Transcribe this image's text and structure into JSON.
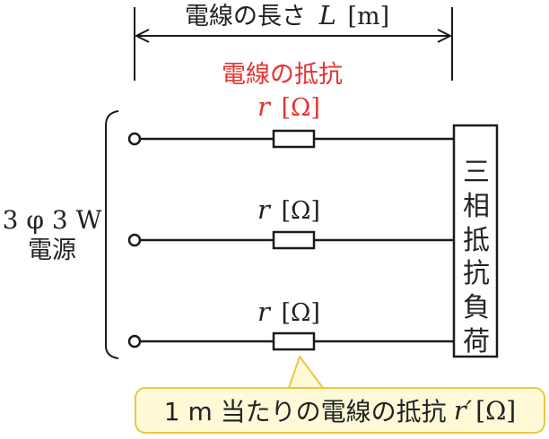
{
  "length_label": {
    "prefix": "電線の長さ",
    "symbol": "L",
    "unit": "[m]"
  },
  "resistance_heading": "電線の抵抗",
  "lines": [
    {
      "symbol": "r",
      "unit": "[Ω]"
    },
    {
      "symbol": "r",
      "unit": "[Ω]"
    },
    {
      "symbol": "r",
      "unit": "[Ω]"
    }
  ],
  "source": {
    "line1": "3 φ 3 W",
    "line2": "電源"
  },
  "load": [
    "三",
    "相",
    "抵",
    "抗",
    "負",
    "荷"
  ],
  "callout": {
    "prefix": "1 m 当たりの電線の抵抗",
    "symbol": "r′",
    "unit": "[Ω]"
  },
  "colors": {
    "line": "#1a1a1a",
    "text": "#222222",
    "heading_red": "#e8322e",
    "callout_fill": "#fff9d8",
    "callout_border": "#e8c840"
  }
}
